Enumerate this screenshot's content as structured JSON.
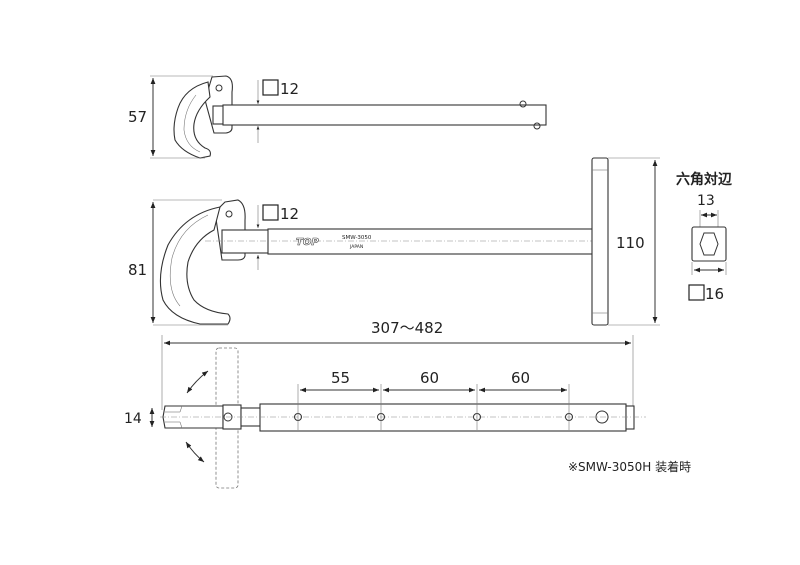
{
  "dimensions": {
    "top_height": "57",
    "top_square": "12",
    "mid_height": "81",
    "mid_square": "12",
    "handle_length": "110",
    "hex_title": "六角対辺",
    "hex_width": "13",
    "hex_square": "16",
    "total_length": "307〜482",
    "spacing_1": "55",
    "spacing_2": "60",
    "spacing_3": "60",
    "bottom_height": "14"
  },
  "labels": {
    "brand": "TOP",
    "model": "SMW-3050",
    "origin": "JAPAN",
    "note": "※SMW-3050H 装着時"
  },
  "colors": {
    "line": "#333333",
    "text": "#222222"
  }
}
